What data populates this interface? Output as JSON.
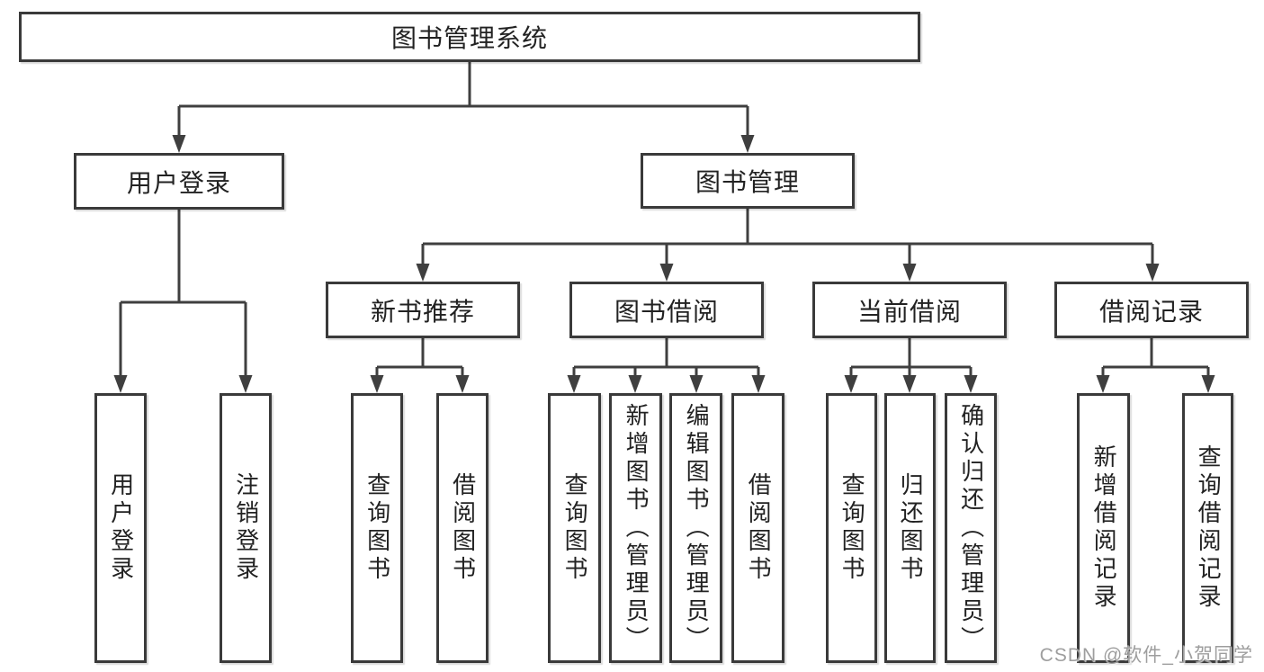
{
  "colors": {
    "line": "#3f3f3f",
    "box_border": "#3a3a3a",
    "text": "#222222",
    "background": "#ffffff",
    "watermark": "#9e9e9e"
  },
  "tree": {
    "root": {
      "label": "图书管理系统"
    },
    "branches": [
      {
        "label": "用户登录",
        "leaves": [
          "用户登录",
          "注销登录"
        ]
      },
      {
        "label": "图书管理",
        "sections": [
          {
            "label": "新书推荐",
            "leaves": [
              "查询图书",
              "借阅图书"
            ]
          },
          {
            "label": "图书借阅",
            "leaves": [
              "查询图书",
              "新增图书（管理员）",
              "编辑图书（管理员）",
              "借阅图书"
            ]
          },
          {
            "label": "当前借阅",
            "leaves": [
              "查询图书",
              "归还图书",
              "确认归还（管理员）"
            ]
          },
          {
            "label": "借阅记录",
            "leaves": [
              "新增借阅记录",
              "查询借阅记录"
            ]
          }
        ]
      }
    ]
  },
  "watermark": {
    "text": "CSDN @软件_小贺同学"
  }
}
